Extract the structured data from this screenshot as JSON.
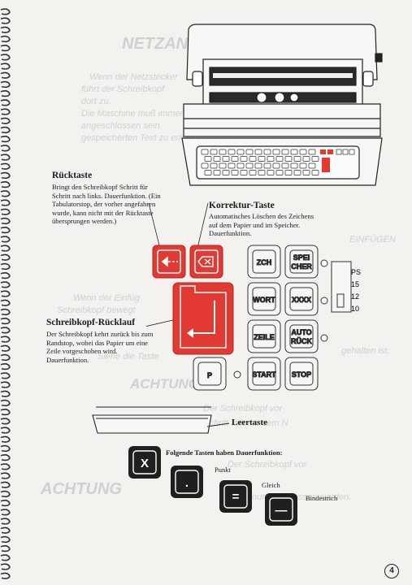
{
  "watermark": {
    "lines": [
      "NETZANSCHLUSS",
      "Wenn der Netzstecker",
      "führt der Schreibkopf",
      "dort zu.",
      "Die Maschine muß immer am Stromnetz",
      "angeschlossen sein",
      "gespeicherten Text zu erhalten.",
      "EINFÜGEN",
      "Wenn der Einfüg",
      "Schreibkopf bewegt",
      "gehalten ist.",
      "Siehe die Taste",
      "ACHTUNG!",
      "Der Schreibkopf vor",
      "Schritt fällt mit dem N",
      "Der Schreibkopf vor",
      "ACHTUNG",
      "nur geschlossen werden."
    ]
  },
  "ruecktaste": {
    "title": "Rücktaste",
    "text": [
      "Bringt den Schreibkopf Schritt für",
      "Schritt nach links. Dauerfunktion. (Ein",
      "Tabulatorstop, der vorher angefahren",
      "wurde, kann nicht mit der Rücktaste",
      "übersprungen werden.)"
    ]
  },
  "korrektur": {
    "title": "Korrektur-Taste",
    "text": [
      "Automatisches Löschen des Zeichens",
      "auf dem Papier und im Speicher.",
      "Dauerfunktion."
    ]
  },
  "schreibkopf": {
    "title": "Schreibkopf-Rücklauf",
    "text": [
      "Der Schreibkopf kehrt zurück bis zum",
      "Randstop, wobei das Papier um eine",
      "Zeile vorgeschoben wird.",
      "Dauerfunktion."
    ]
  },
  "keys": {
    "zch": "ZCH",
    "speicher_1": "SPEI",
    "speicher_2": "CHER",
    "wort": "WORT",
    "xxxx": "XXXX",
    "zeile": "ZEILE",
    "auto_1": "AUTO",
    "auto_2": "RÜCK",
    "p": "P",
    "start": "START",
    "stop": "STOP",
    "x": "X",
    "dot": ".",
    "equal": "=",
    "dash": "—"
  },
  "pitch": {
    "ps": "PS",
    "v15": "15",
    "v12": "12",
    "v10": "10"
  },
  "leertaste": "Leertaste",
  "dauer": {
    "heading": "Folgende Tasten haben Dauerfunktion:",
    "punkt": "Punkt",
    "gleich": "Gleich",
    "bindestrich": "Bindestrich"
  },
  "page_number": "4",
  "colors": {
    "red": "#e23a32",
    "ink": "#1c1c1c",
    "paper": "#f3f2ef"
  }
}
